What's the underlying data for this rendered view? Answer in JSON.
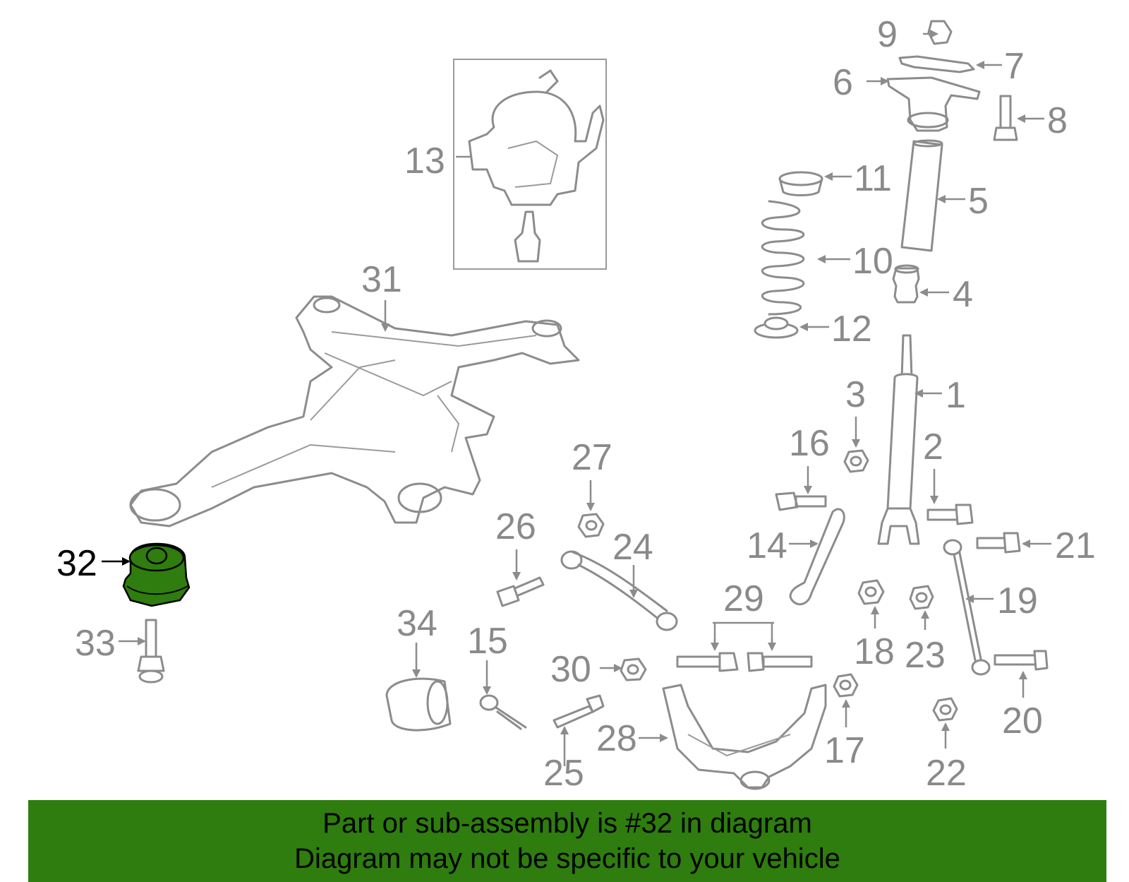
{
  "diagram": {
    "highlight_color": "#2e7d0e",
    "line_color": "#8c8c8c",
    "highlighted_part": "32",
    "labels": {
      "p1": "1",
      "p2": "2",
      "p3": "3",
      "p4": "4",
      "p5": "5",
      "p6": "6",
      "p7": "7",
      "p8": "8",
      "p9": "9",
      "p10": "10",
      "p11": "11",
      "p12": "12",
      "p13": "13",
      "p14": "14",
      "p15": "15",
      "p16": "16",
      "p17": "17",
      "p18": "18",
      "p19": "19",
      "p20": "20",
      "p21": "21",
      "p22": "22",
      "p23": "23",
      "p24": "24",
      "p25": "25",
      "p26": "26",
      "p27": "27",
      "p28": "28",
      "p29": "29",
      "p30": "30",
      "p31": "31",
      "p32": "32",
      "p33": "33",
      "p34": "34"
    }
  },
  "banner": {
    "line1": "Part or sub-assembly is #32 in diagram",
    "line2": "Diagram may not be specific to your vehicle"
  }
}
